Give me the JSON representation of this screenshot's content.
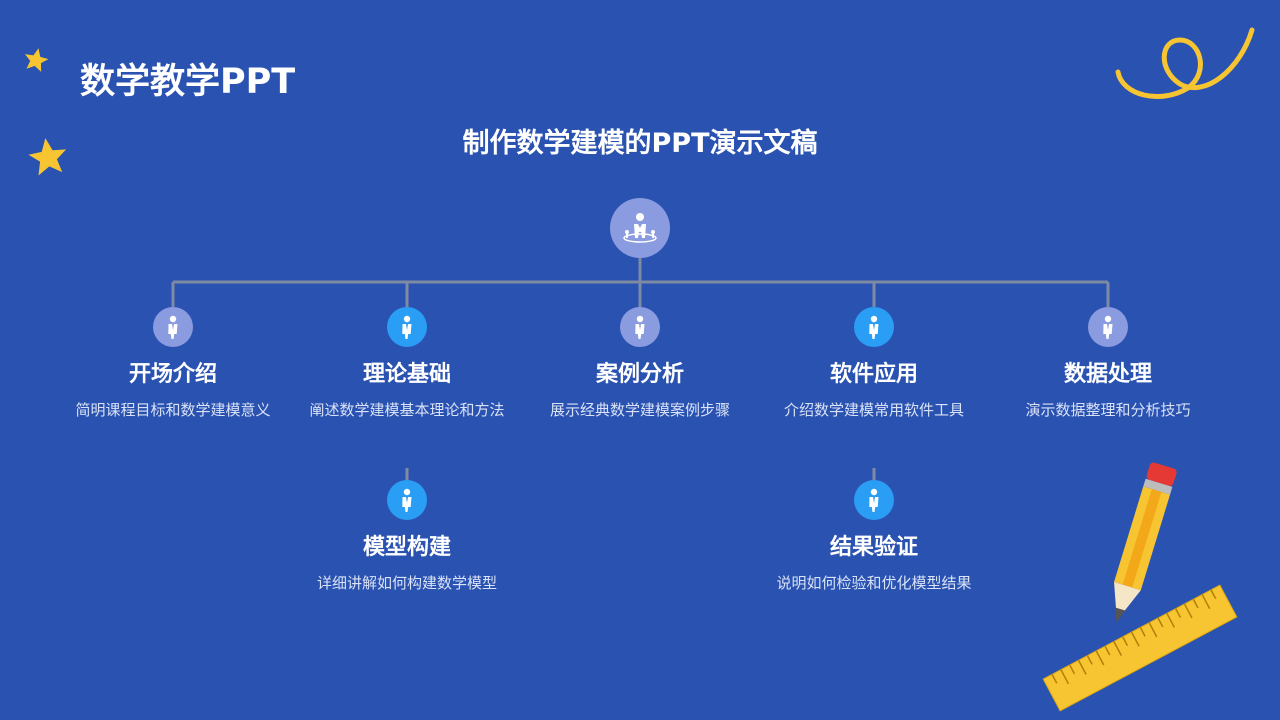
{
  "page_title": "数学教学PPT",
  "chart_title": "制作数学建模的PPT演示文稿",
  "colors": {
    "background": "#2a52b1",
    "connector": "#7f8aa3",
    "node_light": "#8b9be0",
    "node_bright": "#2a9df4",
    "accent_yellow": "#f7c531",
    "pencil_tip": "#e53935"
  },
  "root": {
    "icon": "presenter-icon"
  },
  "nodes": [
    {
      "id": "opening",
      "title": "开场介绍",
      "desc": "简明课程目标和数学建模意义",
      "icon": "person-icon"
    },
    {
      "id": "theory",
      "title": "理论基础",
      "desc": "阐述数学建模基本理论和方法",
      "icon": "person-icon"
    },
    {
      "id": "cases",
      "title": "案例分析",
      "desc": "展示经典数学建模案例步骤",
      "icon": "person-icon"
    },
    {
      "id": "software",
      "title": "软件应用",
      "desc": "介绍数学建模常用软件工具",
      "icon": "person-icon"
    },
    {
      "id": "data",
      "title": "数据处理",
      "desc": "演示数据整理和分析技巧",
      "icon": "person-icon"
    }
  ],
  "subnodes": [
    {
      "id": "model-build",
      "parent": "theory",
      "title": "模型构建",
      "desc": "详细讲解如何构建数学模型",
      "icon": "person-icon"
    },
    {
      "id": "verify",
      "parent": "software",
      "title": "结果验证",
      "desc": "说明如何检验和优化模型结果",
      "icon": "person-icon"
    }
  ]
}
